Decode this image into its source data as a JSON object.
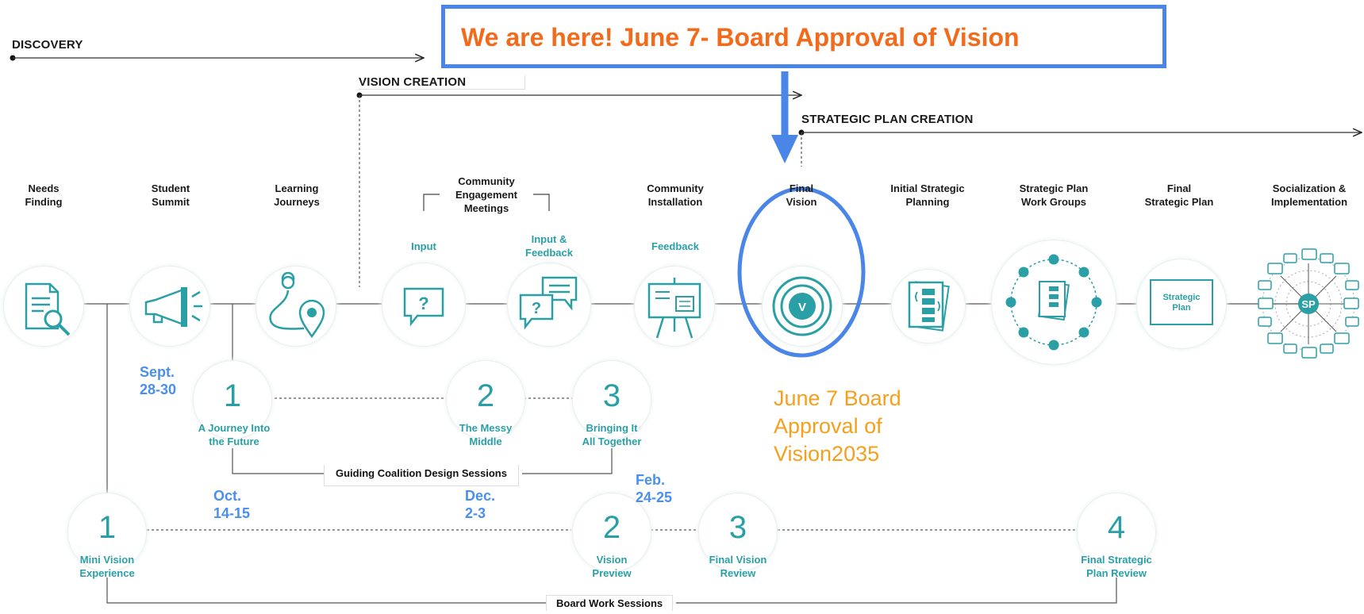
{
  "banner": {
    "text": "We are here!  June 7- Board Approval of Vision"
  },
  "annotation": {
    "lines": [
      "June 7 Board",
      "Approval of",
      "Vision2035"
    ]
  },
  "phases": {
    "discovery": "DISCOVERY",
    "vision_creation": "VISION CREATION",
    "strategic_plan_creation": "STRATEGIC PLAN CREATION"
  },
  "stages": [
    {
      "l1": "Needs",
      "l2": "Finding",
      "icon": "magnifier-document-icon"
    },
    {
      "l1": "Student",
      "l2": "Summit",
      "icon": "megaphone-icon"
    },
    {
      "l1": "Learning",
      "l2": "Journeys",
      "icon": "map-pin-path-icon"
    },
    {
      "l1": "",
      "l2": "",
      "icon": "question-bubble-icon",
      "sub": "Input"
    },
    {
      "l1": "",
      "l2": "",
      "icon": "chat-bubbles-icon",
      "sub1": "Input &",
      "sub2": "Feedback"
    },
    {
      "l1": "Community",
      "l2": "Installation",
      "icon": "easel-icon",
      "sub": "Feedback"
    },
    {
      "l1": "Final",
      "l2": "Vision",
      "icon": "vision-target-icon",
      "badge": "V"
    },
    {
      "l1": "Initial Strategic",
      "l2": "Planning",
      "icon": "document-stack-icon"
    },
    {
      "l1": "Strategic Plan",
      "l2": "Work Groups",
      "icon": "work-group-circle-icon"
    },
    {
      "l1": "Final",
      "l2": "Strategic Plan",
      "icon": "strategic-plan-card-icon",
      "card1": "Strategic",
      "card2": "Plan"
    },
    {
      "l1": "Socialization &",
      "l2": "Implementation",
      "icon": "radiating-bubbles-icon",
      "badge": "SP"
    }
  ],
  "community_meetings": {
    "l1": "Community",
    "l2": "Engagement",
    "l3": "Meetings"
  },
  "coalition": {
    "label": "Guiding Coalition Design Sessions",
    "sessions": [
      {
        "num": "1",
        "l1": "A Journey Into",
        "l2": "the Future"
      },
      {
        "num": "2",
        "l1": "The Messy",
        "l2": "Middle"
      },
      {
        "num": "3",
        "l1": "Bringing It",
        "l2": "All Together"
      }
    ]
  },
  "board": {
    "label": "Board Work Sessions",
    "sessions": [
      {
        "num": "1",
        "l1": "Mini Vision",
        "l2": "Experience"
      },
      {
        "num": "2",
        "l1": "Vision",
        "l2": "Preview"
      },
      {
        "num": "3",
        "l1": "Final Vision",
        "l2": "Review"
      },
      {
        "num": "4",
        "l1": "Final Strategic",
        "l2": "Plan Review"
      }
    ]
  },
  "dates": {
    "sept": [
      "Sept.",
      "28-30"
    ],
    "oct": [
      "Oct.",
      "14-15"
    ],
    "dec": [
      "Dec.",
      "2-3"
    ],
    "feb": [
      "Feb.",
      "24-25"
    ]
  },
  "colors": {
    "teal": "#2aa0a6",
    "blue": "#4a86e8",
    "orange": "#f26a1b",
    "annotation": "#f5a01d",
    "date": "#4a8ff0"
  }
}
